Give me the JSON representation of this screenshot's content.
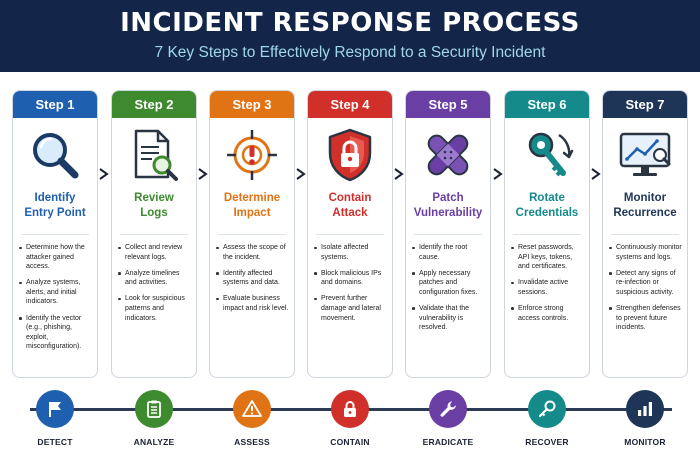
{
  "header": {
    "title": "INCIDENT RESPONSE PROCESS",
    "subtitle": "7 Key Steps to Effectively Respond to a Security Incident"
  },
  "steps": [
    {
      "step": "Step 1",
      "title_lines": [
        "Identify",
        "Entry Point"
      ],
      "color": "#1f5fb0",
      "icon": "magnifier-icon",
      "bullets": [
        "Determine how the attacker gained access.",
        "Analyze systems, alerts, and initial indicators.",
        "Identify the vector (e.g., phishing, exploit, misconfiguration)."
      ]
    },
    {
      "step": "Step 2",
      "title_lines": [
        "Review",
        "Logs"
      ],
      "color": "#3e8a2f",
      "icon": "document-search-icon",
      "bullets": [
        "Collect and review relevant logs.",
        "Analyze timelines and activities.",
        "Look for suspicious patterns and indicators."
      ]
    },
    {
      "step": "Step 3",
      "title_lines": [
        "Determine",
        "Impact"
      ],
      "color": "#e07415",
      "icon": "target-alert-icon",
      "bullets": [
        "Assess the scope of the incident.",
        "Identify affected systems and data.",
        "Evaluate business impact and risk level."
      ]
    },
    {
      "step": "Step 4",
      "title_lines": [
        "Contain",
        "Attack"
      ],
      "color": "#d02f2a",
      "icon": "shield-lock-icon",
      "bullets": [
        "Isolate affected systems.",
        "Block malicious IPs and domains.",
        "Prevent further damage and lateral movement."
      ]
    },
    {
      "step": "Step 5",
      "title_lines": [
        "Patch",
        "Vulnerability"
      ],
      "color": "#6a3fa3",
      "icon": "bandage-icon",
      "bullets": [
        "Identify the root cause.",
        "Apply necessary patches and configuration fixes.",
        "Validate that the vulnerability is resolved."
      ]
    },
    {
      "step": "Step 6",
      "title_lines": [
        "Rotate",
        "Credentials"
      ],
      "color": "#158a8a",
      "icon": "key-rotate-icon",
      "bullets": [
        "Reset passwords, API keys, tokens, and certificates.",
        "Invalidate active sessions.",
        "Enforce strong access controls."
      ]
    },
    {
      "step": "Step 7",
      "title_lines": [
        "Monitor",
        "Recurrence"
      ],
      "color": "#1e3558",
      "icon": "monitor-chart-icon",
      "bullets": [
        "Continuously monitor systems and logs.",
        "Detect any signs of re-infection or suspicious activity.",
        "Strengthen defenses to prevent future incidents."
      ]
    }
  ],
  "timeline": [
    {
      "label": "DETECT",
      "color": "#1f5fb0",
      "icon": "flag-icon"
    },
    {
      "label": "ANALYZE",
      "color": "#3e8a2f",
      "icon": "clipboard-icon"
    },
    {
      "label": "ASSESS",
      "color": "#e07415",
      "icon": "warning-icon"
    },
    {
      "label": "CONTAIN",
      "color": "#d02f2a",
      "icon": "lock-icon"
    },
    {
      "label": "ERADICATE",
      "color": "#6a3fa3",
      "icon": "wrench-icon"
    },
    {
      "label": "RECOVER",
      "color": "#158a8a",
      "icon": "key-icon"
    },
    {
      "label": "MONITOR",
      "color": "#1e3558",
      "icon": "bar-chart-icon"
    }
  ]
}
